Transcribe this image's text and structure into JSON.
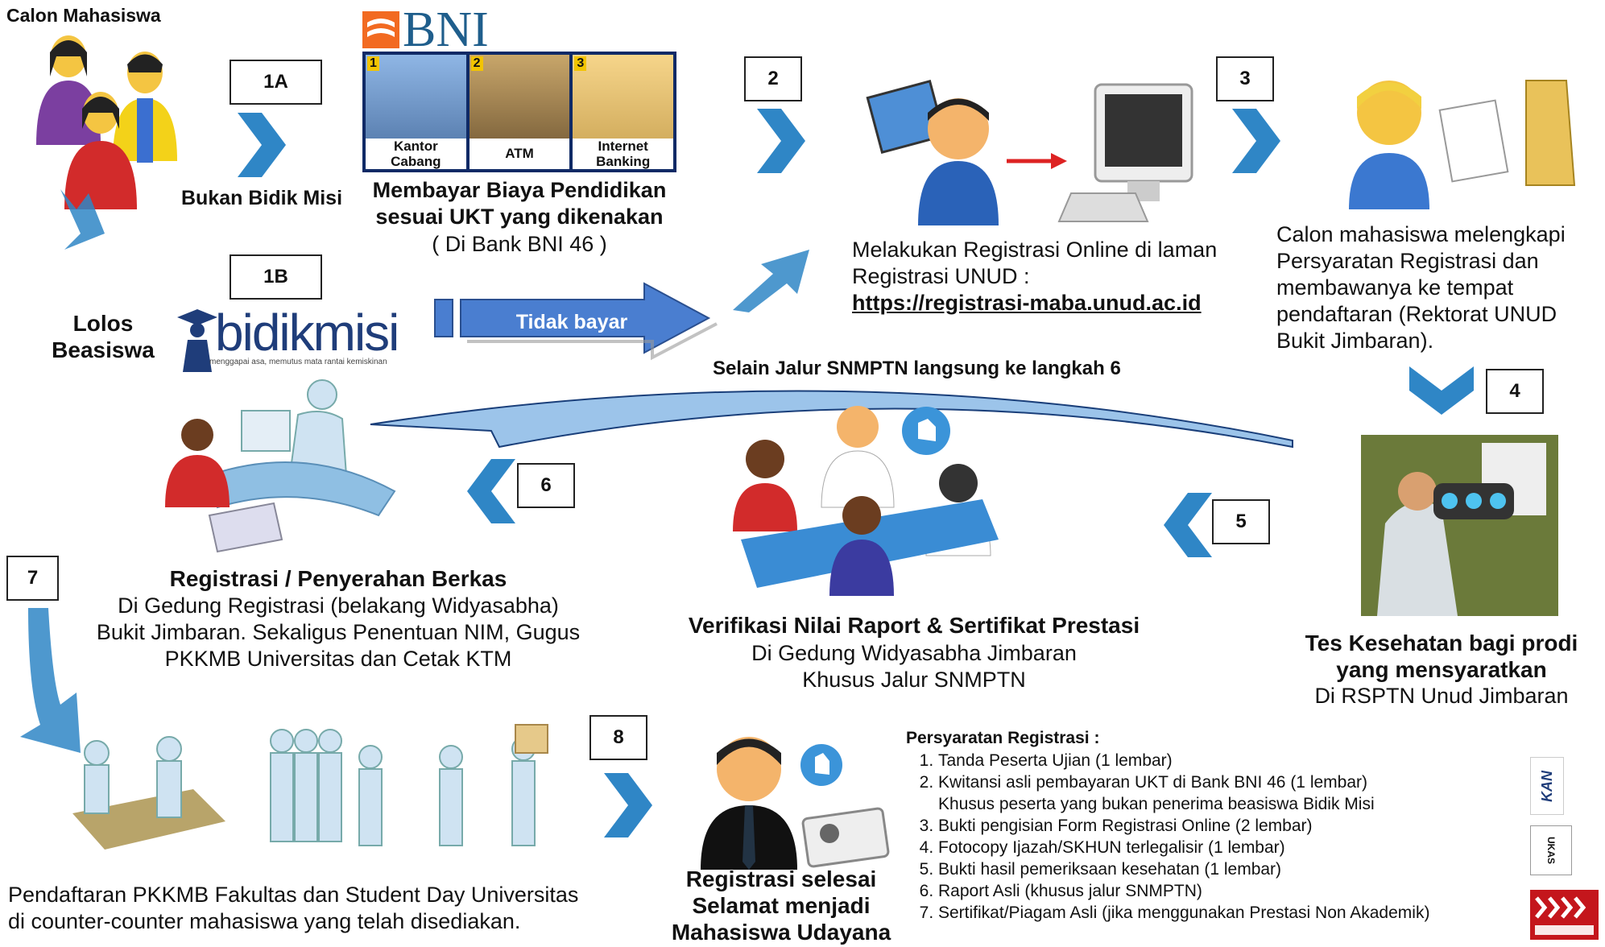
{
  "header": {
    "title": "Calon Mahasiswa"
  },
  "colors": {
    "arrow": "#2f86c6",
    "arrow_light": "#b9daf2",
    "banner": "#4a7ed0",
    "bni_orange": "#f26a21",
    "bni_blue": "#1f5e8c"
  },
  "steps": {
    "s1a": "1A",
    "s1b": "1B",
    "s2": "2",
    "s3": "3",
    "s4": "4",
    "s5": "5",
    "s6": "6",
    "s7": "7",
    "s8": "8"
  },
  "bni": {
    "logo": "BNI",
    "channels": [
      {
        "num": "1",
        "label": "Kantor\nCabang"
      },
      {
        "num": "2",
        "label": "ATM"
      },
      {
        "num": "3",
        "label": "Internet\nBanking"
      }
    ]
  },
  "texts": {
    "bukan_bidikmisi": "Bukan Bidik Misi",
    "bayar_title": "Membayar Biaya Pendidikan\nsesuai UKT yang dikenakan",
    "bayar_sub": "( Di Bank BNI 46 )",
    "lolos": "Lolos\nBeasiswa",
    "bidikmisi_logo": "bidikmisi",
    "bidikmisi_tagline": "menggapai asa, memutus mata rantai kemiskinan",
    "tidak_bayar": "Tidak bayar",
    "reg_online_1": "Melakukan Registrasi Online di laman",
    "reg_online_2": "Registrasi UNUD :",
    "reg_online_url": "https://registrasi-maba.unud.ac.id",
    "lengkapi": "Calon mahasiswa melengkapi\nPersyaratan Registrasi dan\nmembawanya  ke tempat\npendaftaran (Rektorat UNUD\nBukit Jimbaran).",
    "selain_jalur": "Selain Jalur SNMPTN langsung ke langkah 6",
    "tes_title": "Tes Kesehatan bagi prodi\nyang mensyaratkan",
    "tes_sub": "Di RSPTN Unud Jimbaran",
    "verif_title": "Verifikasi Nilai Raport & Sertifikat Prestasi",
    "verif_sub": "Di Gedung Widyasabha Jimbaran\nKhusus Jalur SNMPTN",
    "regpen_title": "Registrasi / Penyerahan Berkas",
    "regpen_sub": "Di Gedung Registrasi (belakang Widyasabha)\nBukit Jimbaran. Sekaligus Penentuan NIM, Gugus\nPKKMB Universitas dan Cetak KTM",
    "pkkmb": "Pendaftaran PKKMB Fakultas dan Student Day Universitas\ndi counter-counter mahasiswa yang telah disediakan.",
    "selesai": "Registrasi selesai\nSelamat menjadi\nMahasiswa Udayana"
  },
  "requirements": {
    "title": "Persyaratan Registrasi :",
    "items": [
      "Tanda Peserta Ujian (1 lembar)",
      "Kwitansi asli pembayaran UKT di Bank BNI 46 (1 lembar)\nKhusus peserta yang bukan penerima beasiswa Bidik Misi",
      "Bukti pengisian Form Registrasi Online (2 lembar)",
      "Fotocopy Ijazah/SKHUN terlegalisir (1 lembar)",
      "Bukti hasil pemeriksaan kesehatan (1 lembar)",
      "Raport Asli (khusus jalur  SNMPTN)",
      "Sertifikat/Piagam Asli (jika menggunakan Prestasi Non Akademik)"
    ]
  },
  "certs": {
    "kan": "KAN",
    "ukas": "UKAS"
  }
}
